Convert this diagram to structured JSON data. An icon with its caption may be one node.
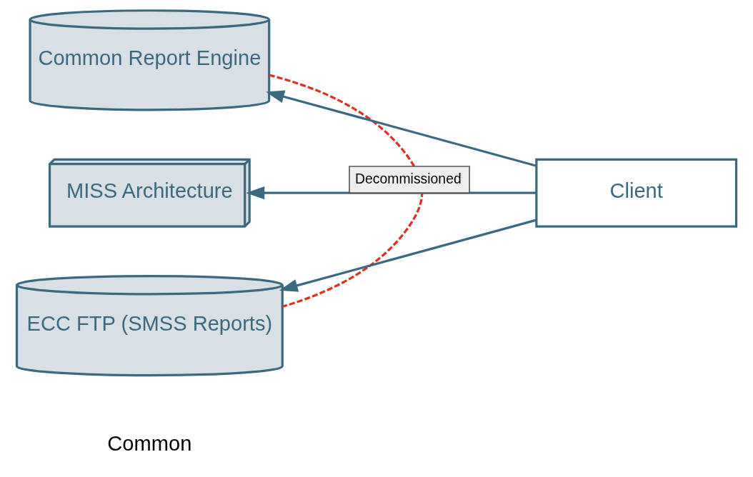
{
  "diagram": {
    "nodes": [
      {
        "text": [
          "Common Report Engine"
        ]
      },
      {
        "text": [
          "MISS Architecture"
        ]
      },
      {
        "text": [
          "ECC FTP (SMSS Reports)"
        ]
      },
      {
        "text": [
          "Client"
        ]
      }
    ],
    "edges": [
      {
        "from": 3,
        "to": 0,
        "arrow": "to"
      },
      {
        "from": 3,
        "to": 1,
        "arrow": "to",
        "label": "Decommissioned"
      },
      {
        "from": 3,
        "to": 2,
        "arrow": "to"
      },
      {
        "from": 0,
        "to": 2,
        "arrow": "none",
        "style": "dashed",
        "color": "#e03020"
      }
    ],
    "labels": [
      "Common"
    ]
  }
}
